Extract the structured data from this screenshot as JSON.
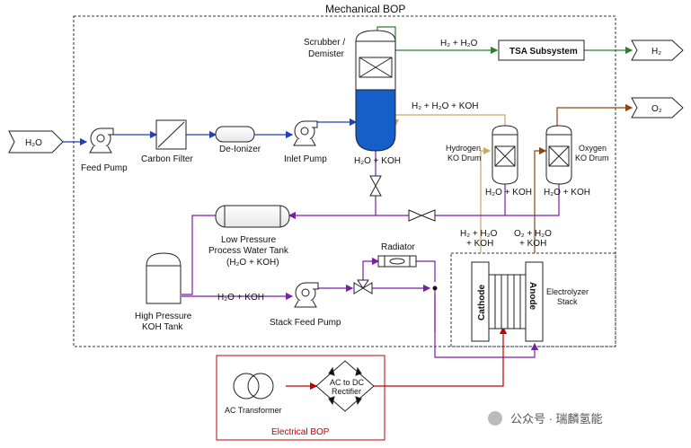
{
  "boundaries": {
    "mechanical": "Mechanical BOP",
    "electrical": "Electrical BOP"
  },
  "streams": {
    "h2o_in": "H₂O",
    "h2_out": "H₂",
    "o2_out": "O₂",
    "h2_h2o": "H₂ + H₂O",
    "h2_h2o_koh": "H₂ + H₂O + KOH",
    "h2o_koh_scrubber": "H₂O + KOH",
    "h2o_koh_hdrum": "H₂O + KOH",
    "h2o_koh_odrum": "H₂O + KOH",
    "h2o_koh_tank_out": "H₂O + KOH",
    "cathode_out_1": "H₂ + H₂O",
    "cathode_out_2": "+ KOH",
    "anode_out_1": "O₂ + H₂O",
    "anode_out_2": "+ KOH"
  },
  "equipment": {
    "feed_pump": "Feed Pump",
    "carbon_filter": "Carbon Filter",
    "deionizer": "De-Ionizer",
    "inlet_pump": "Inlet Pump",
    "scrubber_1": "Scrubber /",
    "scrubber_2": "Demister",
    "tsa": "TSA Subsystem",
    "h_drum_1": "Hydrogen",
    "h_drum_2": "KO Drum",
    "o_drum_1": "Oxygen",
    "o_drum_2": "KO Drum",
    "lp_tank_1": "Low Pressure",
    "lp_tank_2": "Process Water Tank",
    "lp_tank_3": "(H₂O + KOH)",
    "radiator": "Radiator",
    "hp_tank_1": "High Pressure",
    "hp_tank_2": "KOH Tank",
    "stack_pump": "Stack Feed Pump",
    "cathode": "Cathode",
    "anode": "Anode",
    "stack_1": "Electrolyzer",
    "stack_2": "Stack",
    "transformer": "AC Transformer",
    "rectifier_1": "AC to DC",
    "rectifier_2": "Rectifier"
  },
  "watermark": "公众号 · 瑞麟氢能",
  "colors": {
    "water": "#1f3fbf",
    "koh": "#7a1fa8",
    "hydrogen": "#2e7d32",
    "oxygen": "#8b4513",
    "tan": "#c9a86a",
    "power": "#c00000",
    "scrubber_fill": "#1560c8"
  }
}
